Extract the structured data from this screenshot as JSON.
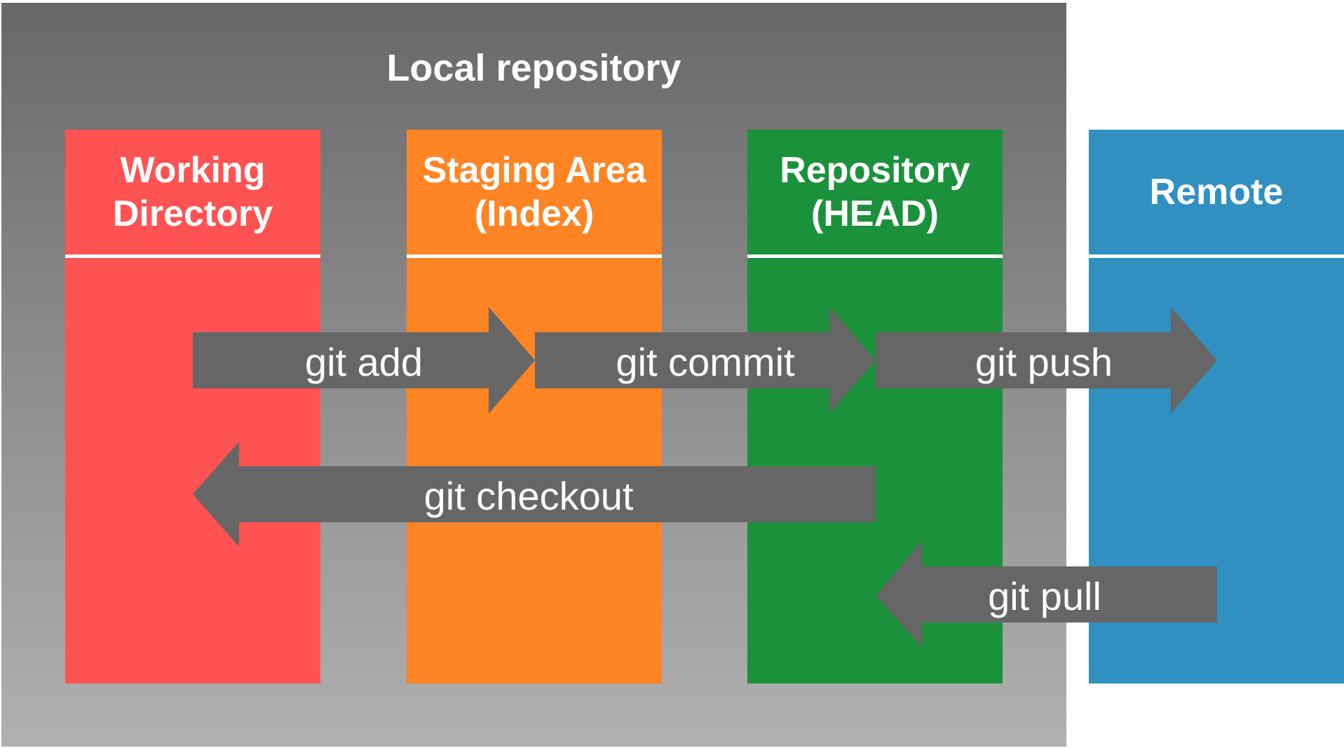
{
  "local_repository": {
    "title": "Local repository"
  },
  "columns": {
    "working_directory": {
      "line1": "Working",
      "line2": "Directory",
      "color": "#ff5353"
    },
    "staging_area": {
      "line1": "Staging Area",
      "line2": "(Index)",
      "color": "#ff8424"
    },
    "repository": {
      "line1": "Repository",
      "line2": "(HEAD)",
      "color": "#1c913b"
    },
    "remote": {
      "line1": "Remote",
      "color": "#3090c1"
    }
  },
  "arrows": {
    "git_add": {
      "label": "git add",
      "direction": "right"
    },
    "git_commit": {
      "label": "git commit",
      "direction": "right"
    },
    "git_push": {
      "label": "git push",
      "direction": "right"
    },
    "git_checkout": {
      "label": "git checkout",
      "direction": "left"
    },
    "git_pull": {
      "label": "git pull",
      "direction": "left"
    }
  },
  "colors": {
    "arrow": "#666666",
    "local_box_top": "#686868",
    "local_box_bottom": "#b0b0b0"
  }
}
